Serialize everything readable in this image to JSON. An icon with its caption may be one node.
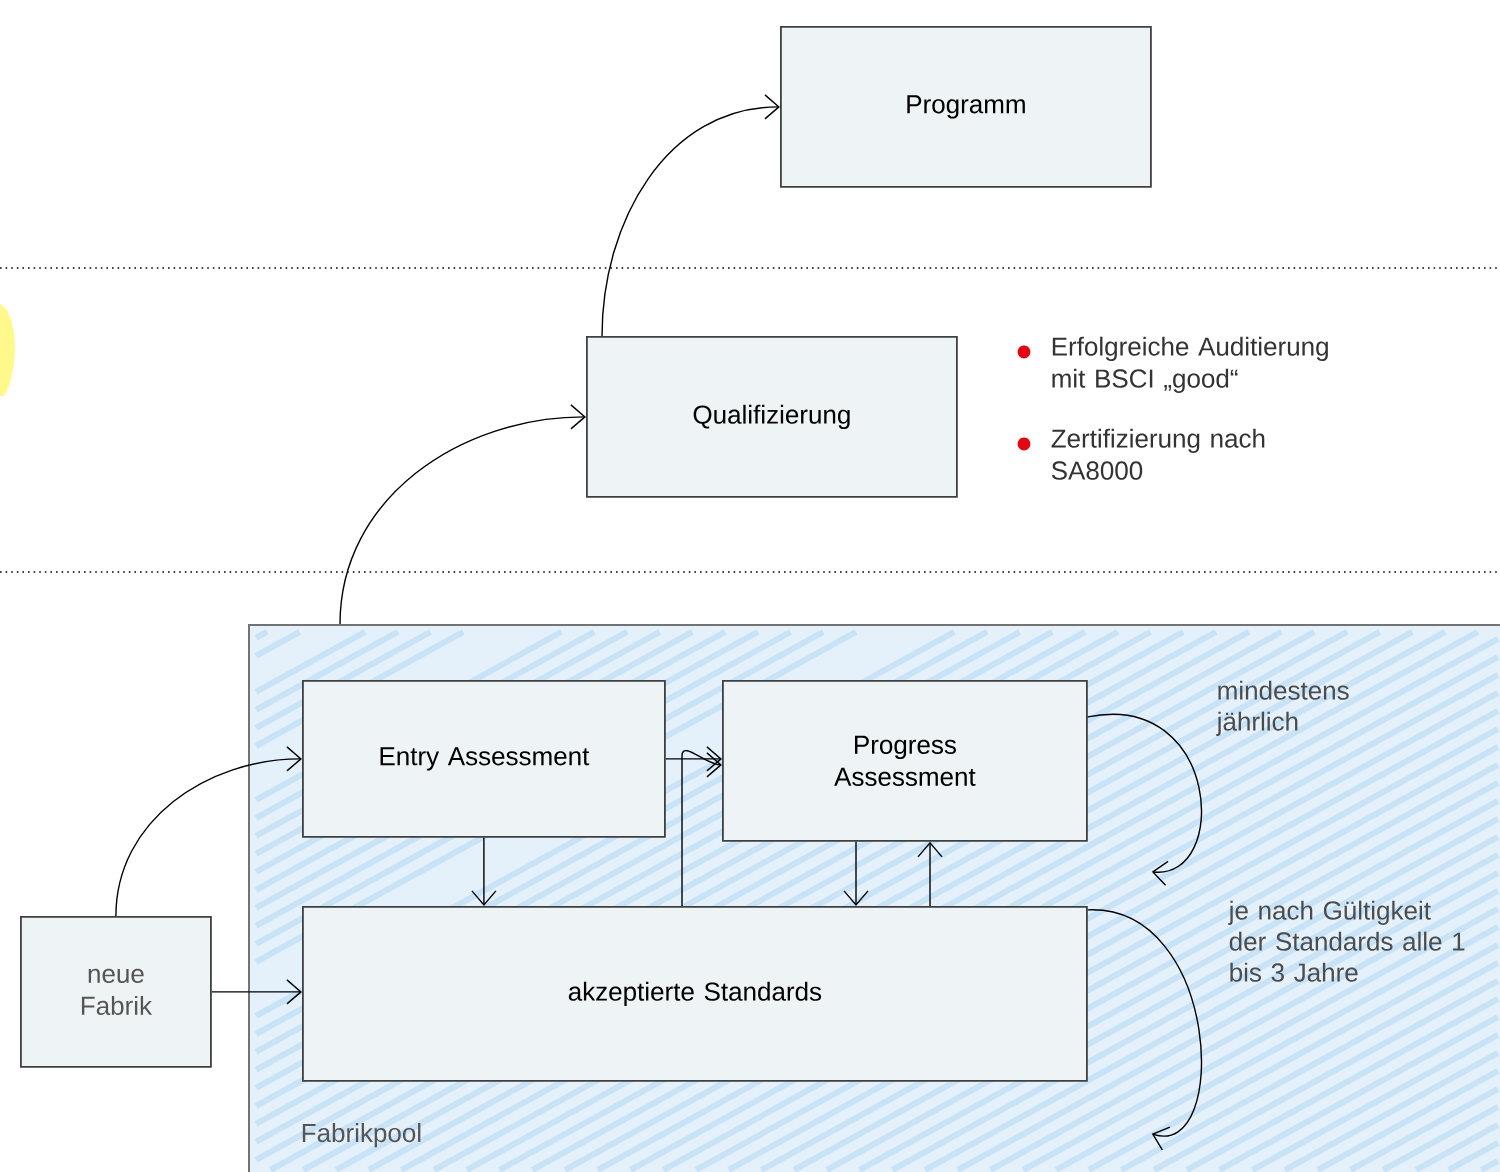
{
  "diagram": {
    "nodes": [
      {
        "text": [
          "Programm"
        ]
      },
      {
        "text": [
          "Qualifizierung"
        ],
        "beside": [
          "Erfolgreiche Auditierung mit BSCI „good“",
          "Zertifizierung nach SA8000"
        ]
      },
      {
        "text": [
          "Fabrikpool"
        ]
      },
      {
        "text": [
          "Entry Assessment"
        ],
        "in": 2
      },
      {
        "text": [
          "Progress Assessment"
        ],
        "in": 2
      },
      {
        "text": [
          "akzeptierte Standards"
        ],
        "in": 2
      },
      {
        "text": [
          "neue Fabrik"
        ]
      }
    ],
    "edges": [
      {
        "from": 2,
        "to": 1,
        "arrow": "to"
      },
      {
        "from": 1,
        "to": 0,
        "arrow": "to"
      },
      {
        "from": 6,
        "to": 3,
        "arrow": "to"
      },
      {
        "from": 6,
        "to": 5,
        "arrow": "to"
      },
      {
        "from": 3,
        "to": 5,
        "arrow": "to"
      },
      {
        "from": 3,
        "to": 4,
        "arrow": "to"
      },
      {
        "from": 5,
        "to": 4,
        "arrow": "to"
      },
      {
        "from": 4,
        "to": 5,
        "arrow": "to"
      },
      {
        "from": 5,
        "to": 4,
        "arrow": "to"
      },
      {
        "from": 4,
        "to": 4,
        "arrow": "to",
        "label": "mindestens jährlich"
      },
      {
        "from": 5,
        "to": 5,
        "arrow": "to",
        "label": "je nach Gültigkeit der Standards alle 1 bis 3 Jahre"
      }
    ]
  }
}
